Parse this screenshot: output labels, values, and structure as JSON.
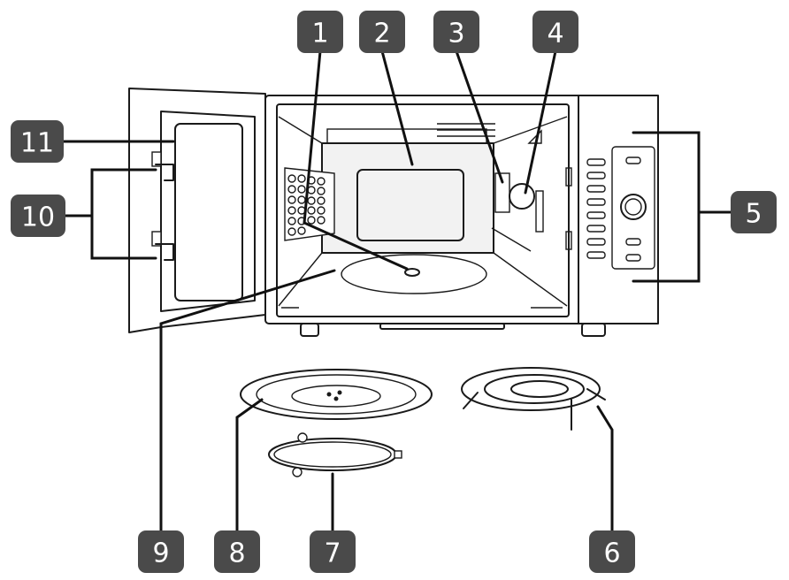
{
  "callouts": [
    {
      "id": "1",
      "label": "1"
    },
    {
      "id": "2",
      "label": "2"
    },
    {
      "id": "3",
      "label": "3"
    },
    {
      "id": "4",
      "label": "4"
    },
    {
      "id": "5",
      "label": "5"
    },
    {
      "id": "6",
      "label": "6"
    },
    {
      "id": "7",
      "label": "7"
    },
    {
      "id": "8",
      "label": "8"
    },
    {
      "id": "9",
      "label": "9"
    },
    {
      "id": "10",
      "label": "10"
    },
    {
      "id": "11",
      "label": "11"
    }
  ],
  "colors": {
    "badge": "#4a4a4a",
    "line": "#1a1a1a",
    "background": "#ffffff"
  }
}
